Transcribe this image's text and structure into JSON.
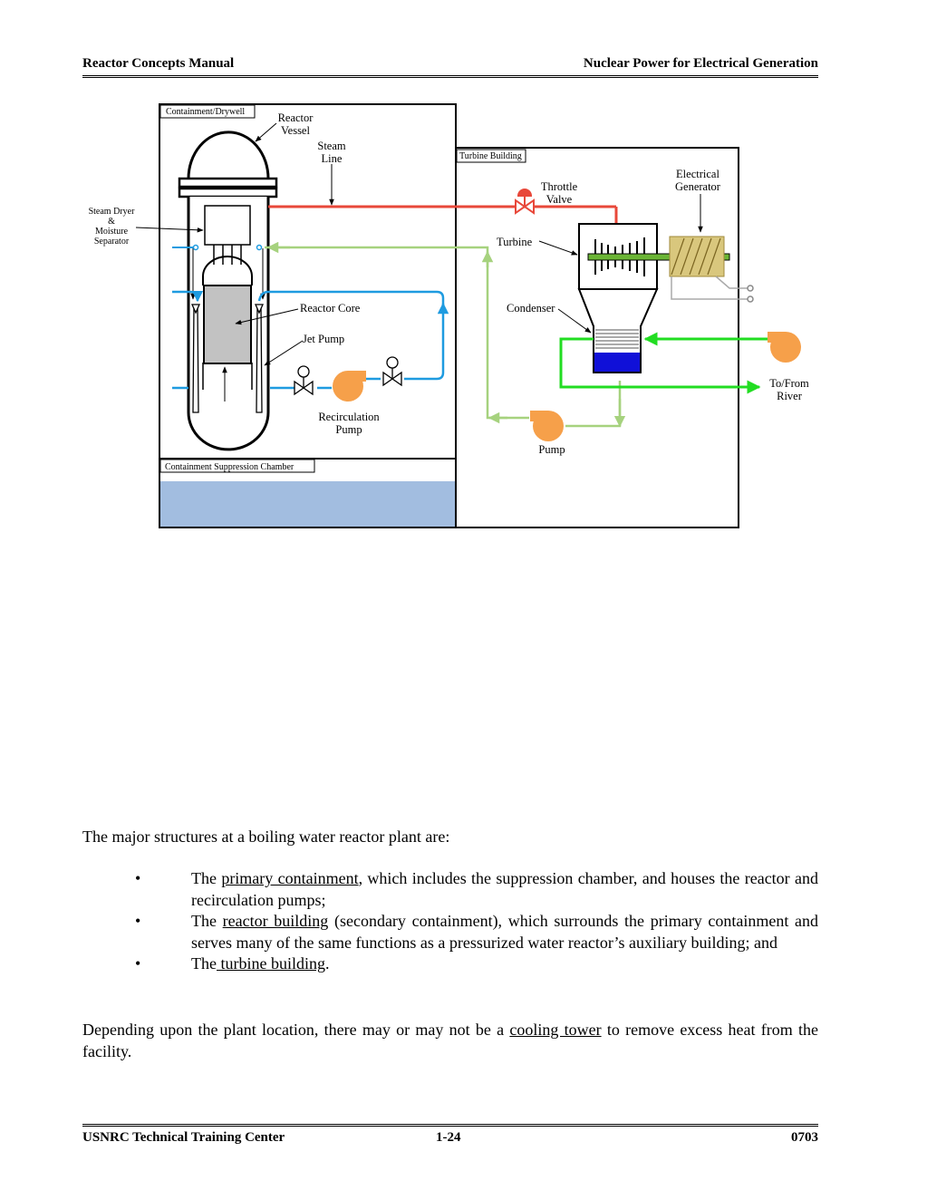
{
  "header": {
    "left": "Reactor Concepts Manual",
    "right": "Nuclear Power for Electrical Generation"
  },
  "diagram": {
    "labels": {
      "containment_drywell": "Containment/Drywell",
      "reactor_vessel": [
        "Reactor",
        "Vessel"
      ],
      "steam_line": [
        "Steam",
        "Line"
      ],
      "steam_dryer": [
        "Steam Dryer",
        "&",
        "Moisture",
        "Separator"
      ],
      "turbine_building": "Turbine Building",
      "throttle_valve": [
        "Throttle",
        "Valve"
      ],
      "electrical_generator": [
        "Electrical",
        "Generator"
      ],
      "turbine": "Turbine",
      "reactor_core": "Reactor Core",
      "condenser": "Condenser",
      "jet_pump": "Jet Pump",
      "to_from_river": [
        "To/From",
        "River"
      ],
      "recirculation_pump": [
        "Recirculation",
        "Pump"
      ],
      "pump": "Pump",
      "suppression_chamber": "Containment Suppression Chamber"
    },
    "colors": {
      "steam": "#e8483a",
      "feedwater": "#a6d27e",
      "recirculation": "#1e9be0",
      "cooling_water": "#22dd22",
      "pump": "#f6a04a",
      "core": "#c2c2c2",
      "suppression_pool": "#a2bde0",
      "condenser_water": "#1010d8",
      "shaft": "#6bb536",
      "generator": "#d9c77d"
    }
  },
  "intro": "The major structures at a boiling water reactor plant are:",
  "bullets": [
    {
      "bullet": "•",
      "pre": "The ",
      "link": "primary containment",
      "post": ", which includes the suppression chamber, and houses the reactor and recirculation pumps;"
    },
    {
      "bullet": "•",
      "pre": "The",
      "link": "reactor building",
      "post": " (secondary containment), which surrounds the primary containment and serves many of the same functions as a pressurized water reactor’s auxiliary building; and"
    },
    {
      "bullet": "•",
      "pre": "The",
      "link": " turbine building",
      "post": "."
    }
  ],
  "closing": {
    "pre": "Depending upon the plant location, there may or may not be a ",
    "link": "cooling tower",
    "post": " to remove excess heat from the facility."
  },
  "footer": {
    "left": "USNRC Technical Training Center",
    "center": "1-24",
    "right": "0703"
  }
}
